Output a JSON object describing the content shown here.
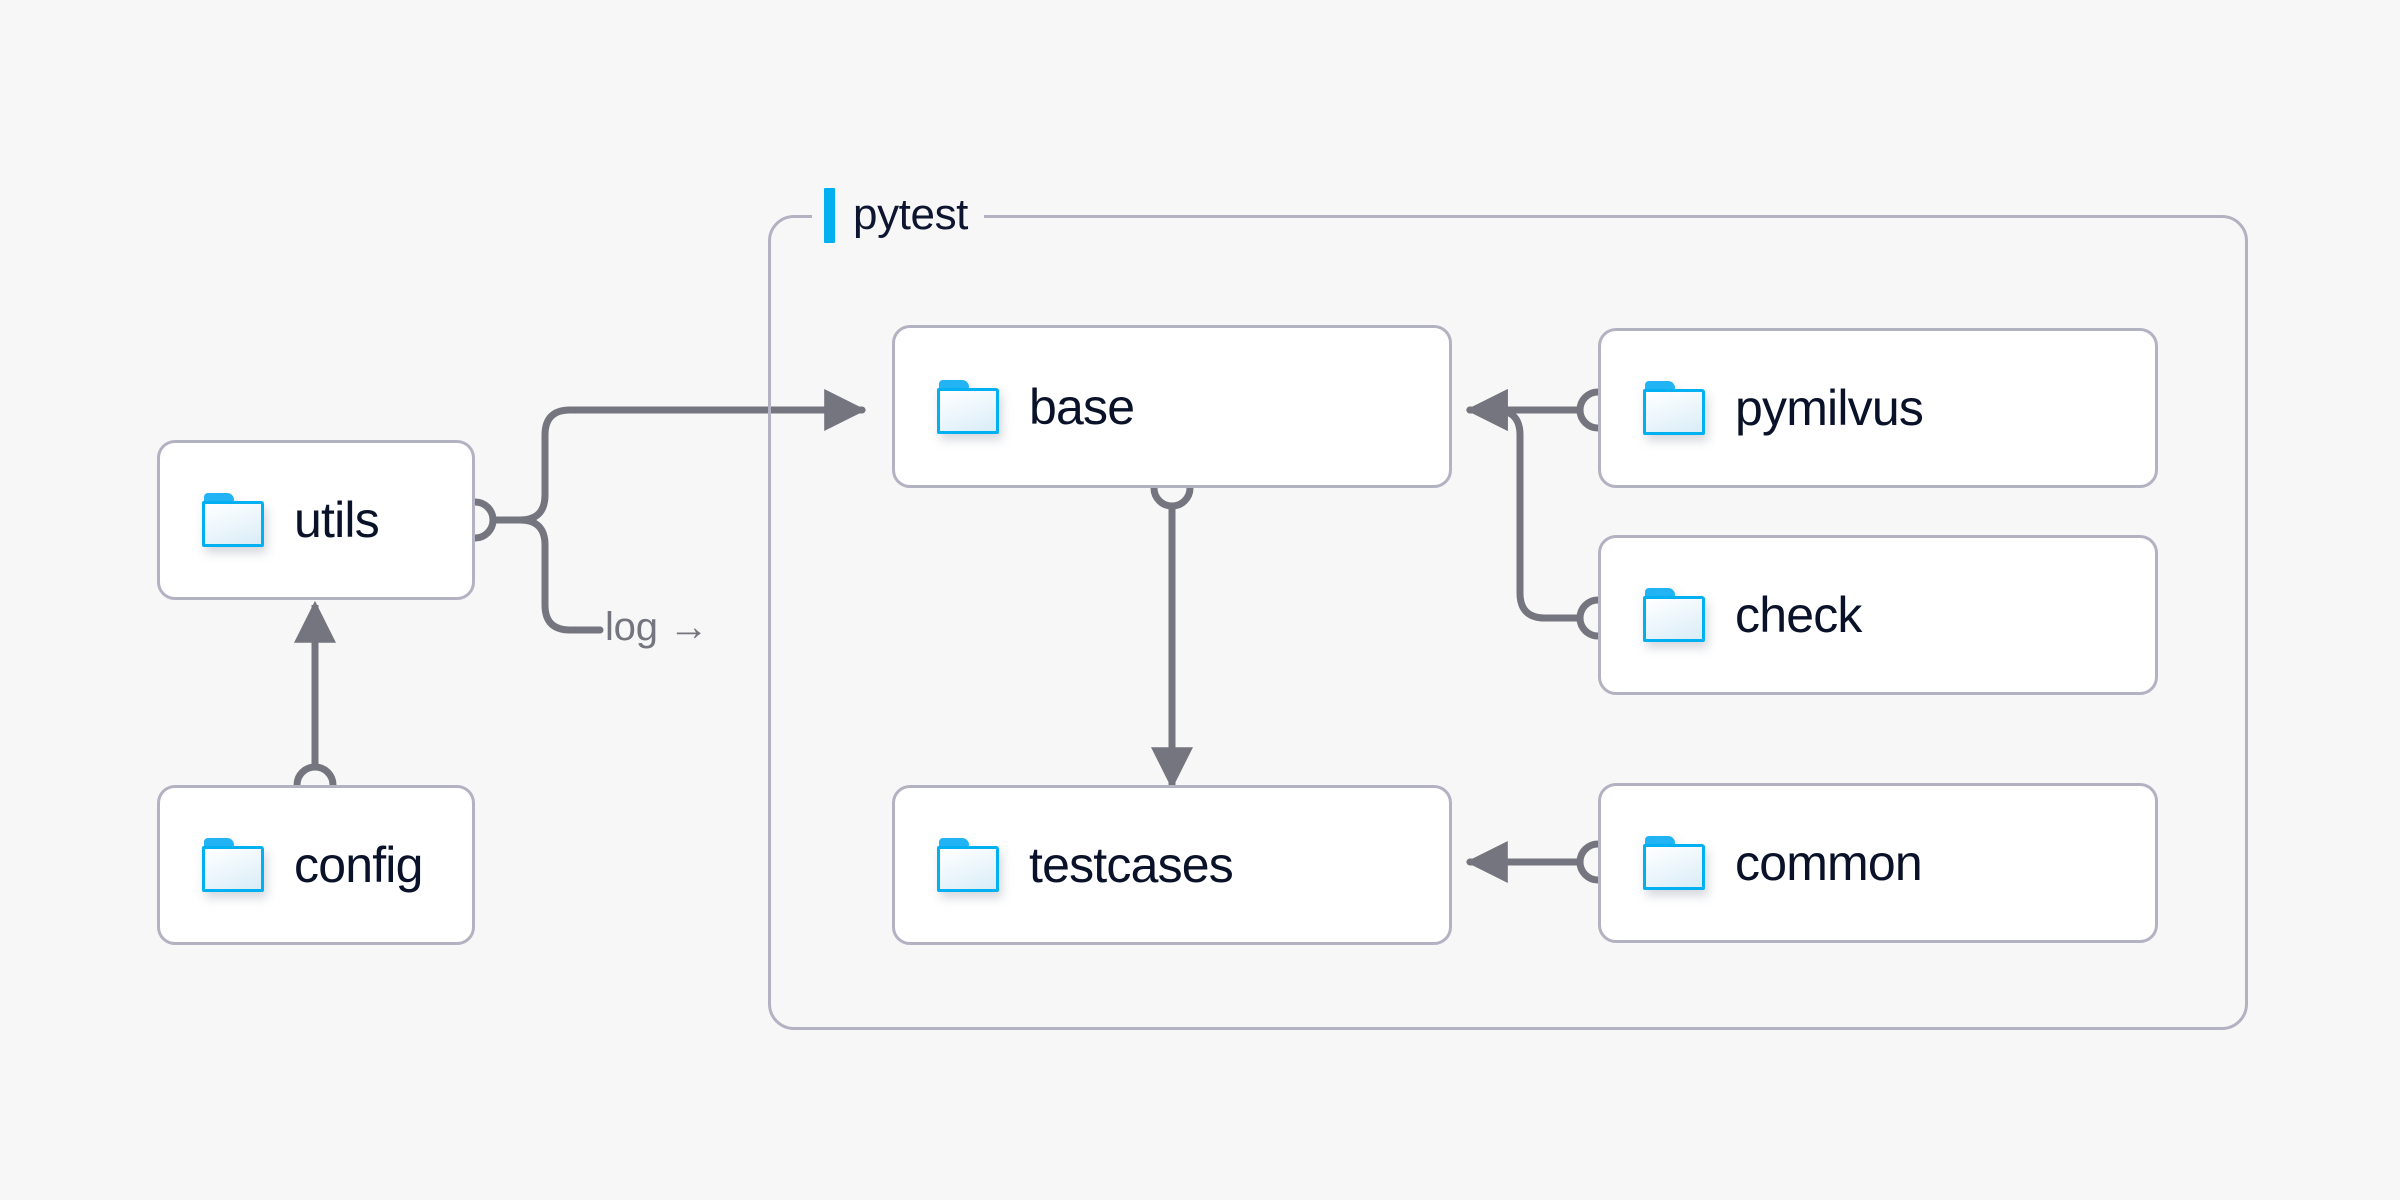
{
  "diagram": {
    "title_label": "pytest",
    "background_color": "#f7f7f7",
    "accent_color": "#00b0f0",
    "edge_color": "#75757f",
    "border_color": "#b3b2c2",
    "node_text_color": "#0a1229"
  },
  "group": {
    "name": "pytest",
    "label": "pytest"
  },
  "nodes": [
    {
      "id": "utils",
      "label": "utils",
      "icon": "folder-icon"
    },
    {
      "id": "config",
      "label": "config",
      "icon": "folder-icon"
    },
    {
      "id": "base",
      "label": "base",
      "icon": "folder-icon"
    },
    {
      "id": "testcases",
      "label": "testcases",
      "icon": "folder-icon"
    },
    {
      "id": "pymilvus",
      "label": "pymilvus",
      "icon": "folder-icon"
    },
    {
      "id": "check",
      "label": "check",
      "icon": "folder-icon"
    },
    {
      "id": "common",
      "label": "common",
      "icon": "folder-icon"
    }
  ],
  "edges": [
    {
      "id": "config-to-utils",
      "from": "config",
      "to": "utils",
      "label": ""
    },
    {
      "id": "utils-to-base",
      "from": "utils",
      "to": "base",
      "label": ""
    },
    {
      "id": "utils-to-pytest-log",
      "from": "utils",
      "to": "pytest",
      "label": "log →"
    },
    {
      "id": "base-to-testcases",
      "from": "base",
      "to": "testcases",
      "label": ""
    },
    {
      "id": "pymilvus-to-base",
      "from": "pymilvus",
      "to": "base",
      "label": ""
    },
    {
      "id": "check-to-base",
      "from": "check",
      "to": "base",
      "label": ""
    },
    {
      "id": "common-to-testcases",
      "from": "common",
      "to": "testcases",
      "label": ""
    }
  ],
  "edge_labels": {
    "log": "log →"
  }
}
